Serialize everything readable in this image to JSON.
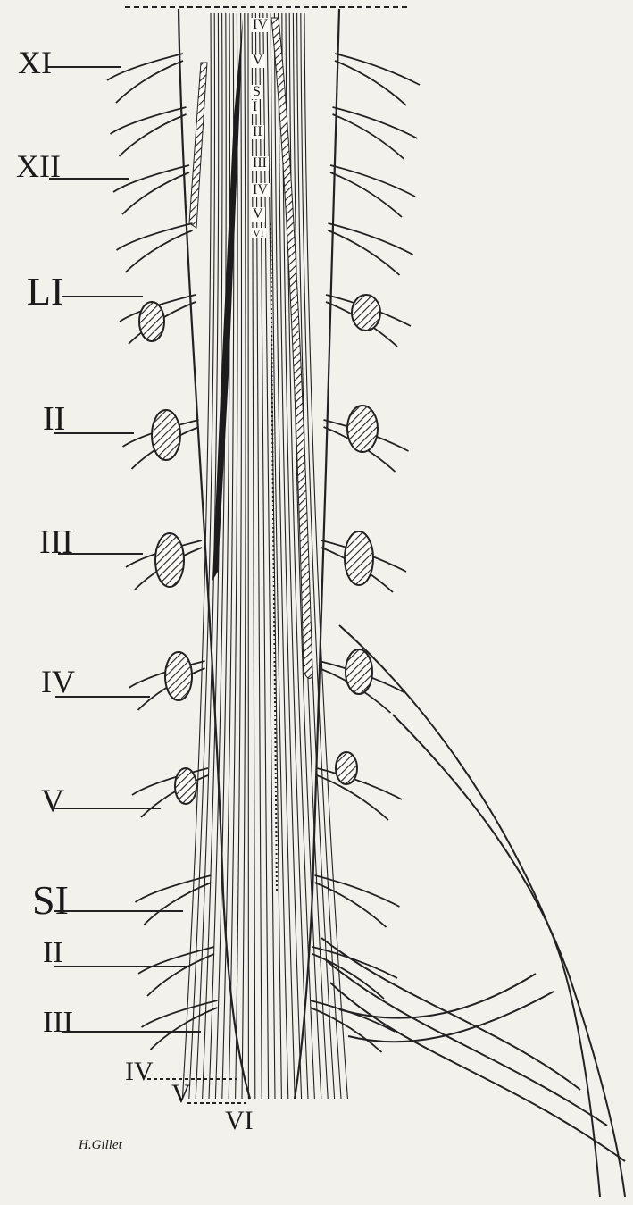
{
  "figure": {
    "left_labels": [
      {
        "id": "XI",
        "text": "XI"
      },
      {
        "id": "XII",
        "text": "XII"
      },
      {
        "id": "L1",
        "text": "LI"
      },
      {
        "id": "L2",
        "text": "II"
      },
      {
        "id": "L3",
        "text": "III"
      },
      {
        "id": "L4",
        "text": "IV"
      },
      {
        "id": "L5",
        "text": "V"
      },
      {
        "id": "S1",
        "text": "SI"
      },
      {
        "id": "S2",
        "text": "II"
      },
      {
        "id": "S3",
        "text": "III"
      },
      {
        "id": "S4",
        "text": "IV"
      },
      {
        "id": "S5",
        "text": "V"
      },
      {
        "id": "S6",
        "text": "VI"
      }
    ],
    "cord_segments": [
      "IV",
      "V",
      "S",
      "I",
      "II",
      "III",
      "IV",
      "V",
      "VI"
    ],
    "signature": "H.Gillet"
  }
}
